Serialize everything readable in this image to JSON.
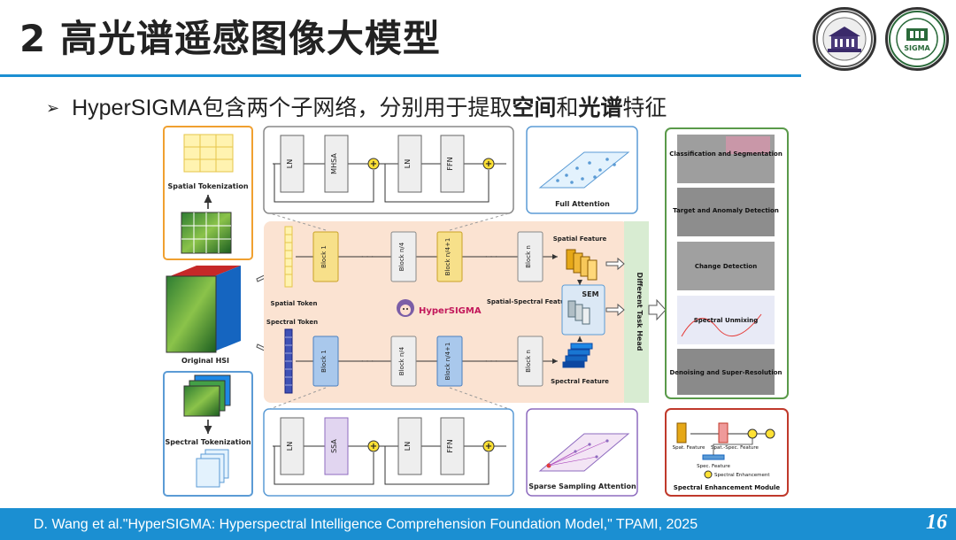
{
  "header": {
    "title": "2 高光谱遥感图像大模型"
  },
  "bullet": {
    "text_before": "HyperSIGMA包含两个子网络，分别用于提取",
    "bold1": "空间",
    "middle": "和",
    "bold2": "光谱",
    "text_after": "特征"
  },
  "diagram": {
    "spatial_tokenization": "Spatial Tokenization",
    "original_hsi": "Original HSI",
    "spectral_tokenization": "Spectral Tokenization",
    "spatial_token": "Spatial Token",
    "spectral_token": "Spectral Token",
    "top_block": [
      "LN",
      "MHSA",
      "LN",
      "FFN"
    ],
    "bottom_block": [
      "LN",
      "SSA",
      "LN",
      "FFN"
    ],
    "spatial_blocks": [
      "Block 1",
      "Block n/4",
      "Block n/4+1",
      "Block n"
    ],
    "spectral_blocks": [
      "Block 1",
      "Block n/4",
      "Block n/4+1",
      "Block n"
    ],
    "ellipsis": "· · ·",
    "full_attention": "Full Attention",
    "sparse_attention": "Sparse Sampling Attention",
    "spatial_feature": "Spatial Feature",
    "spatial_spectral_feature": "Spatial-Spectral Feature",
    "spectral_feature": "Spectral Feature",
    "sem": "SEM",
    "logo_text": "HyperSIGMA",
    "task_head": "Different Task Head",
    "tasks": [
      "Classification and Segmentation",
      "Target and Anomaly Detection",
      "Change Detection",
      "Spectral Unmixing",
      "Denoising and Super-Resolution"
    ],
    "sem_module": {
      "title": "Spectral Enhancement Module",
      "spat_feature": "Spat. Feature",
      "spat_spec_feature": "Spat.-Spec. Feature",
      "spec_feature": "Spec. Feature",
      "spectral_enhancement": "Spectral Enhancement"
    }
  },
  "footer": {
    "citation": "D. Wang et al.\"HyperSIGMA: Hyperspectral Intelligence Comprehension Foundation Model,\" TPAMI, 2025",
    "page": "16"
  },
  "colors": {
    "accent": "#1b8fd2",
    "orange_border": "#f0a030",
    "blue_border": "#5b9bd5",
    "green_border": "#5a9a4a",
    "red_border": "#c0392b",
    "purple_border": "#8e6bbf",
    "center_bg": "#fbe3d2",
    "spatial_block": "#f7e08a",
    "spectral_block": "#a9c8ec"
  }
}
